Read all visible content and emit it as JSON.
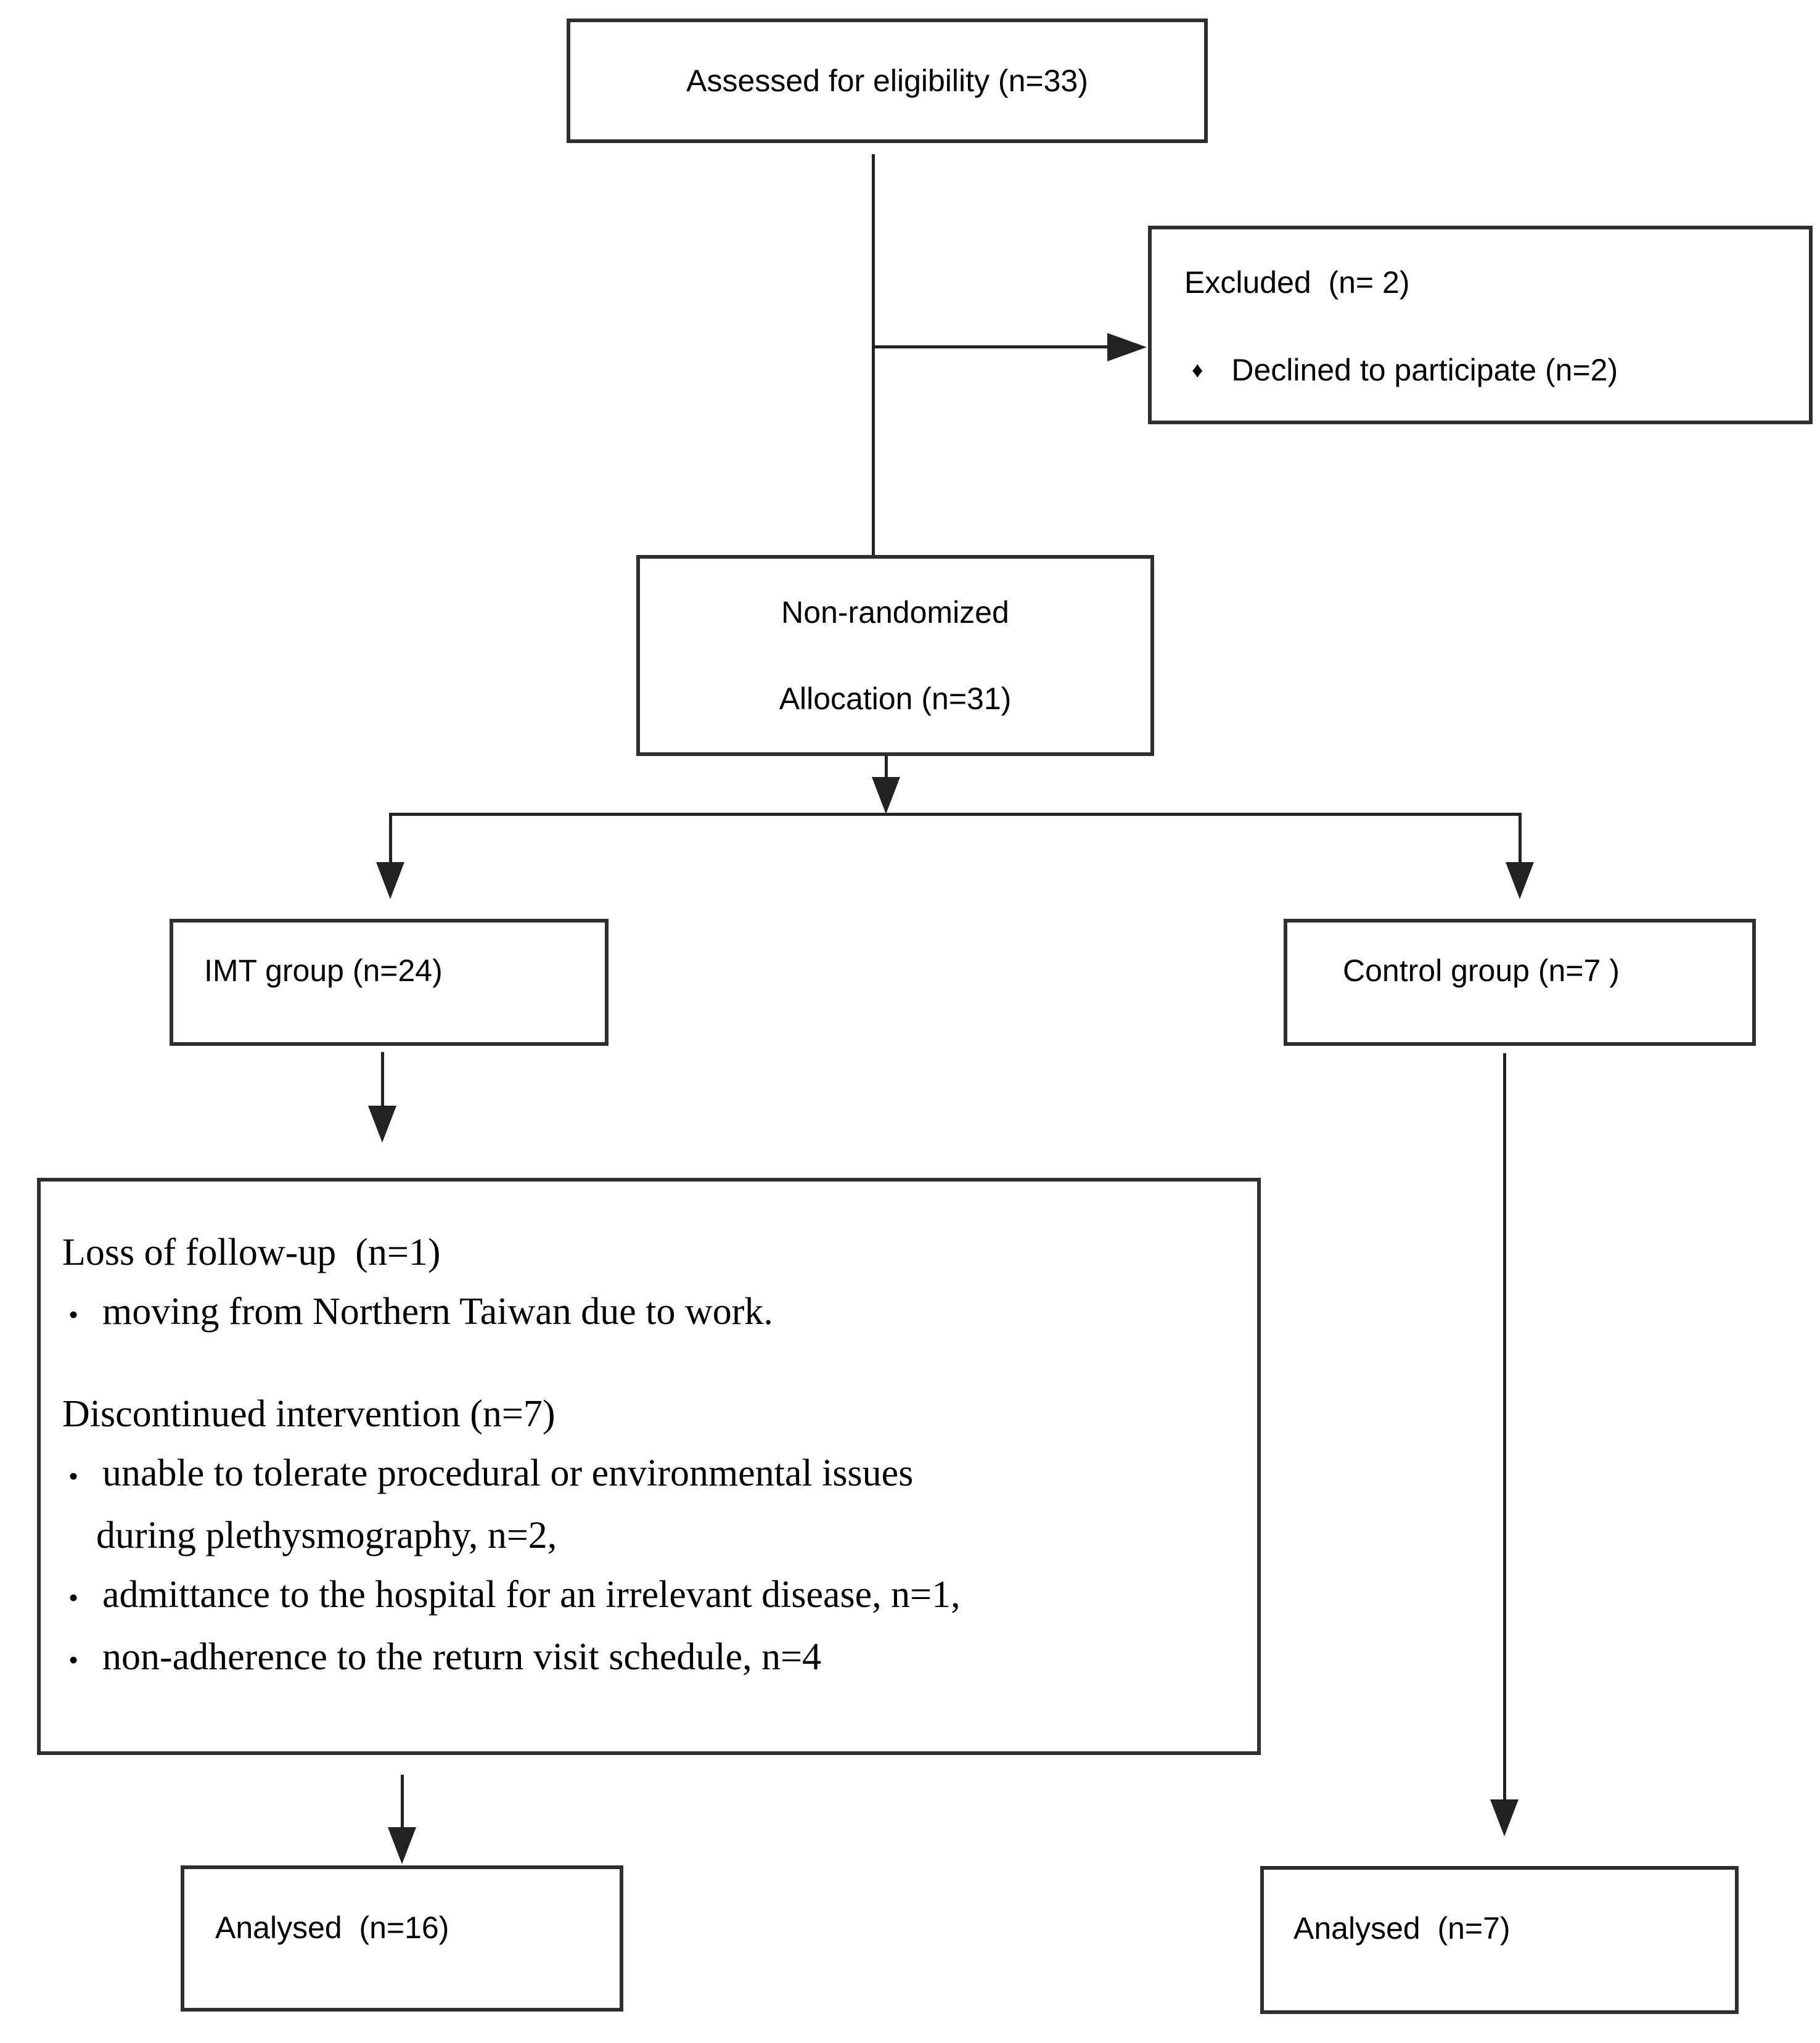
{
  "figure": {
    "background_color": "#ffffff",
    "line_color": "#222222",
    "box_border_color": "#2f2f2f",
    "text_color": "#000000"
  },
  "nodes": {
    "assessed": {
      "label": "Assessed for eligibility (n=33)"
    },
    "excluded": {
      "title": "Excluded  (n= 2)",
      "bullet_icon": "♦",
      "item": "Declined to participate (n=2)"
    },
    "allocation": {
      "line1": "Non-randomized",
      "line2": "Allocation (n=31)"
    },
    "imt_group": {
      "label": "IMT group (n=24)"
    },
    "control_group": {
      "label": "Control group (n=7 )"
    },
    "dropout": {
      "bullet_icon": "•",
      "title1": "Loss of follow-up  (n=1)",
      "item1": "moving from Northern Taiwan due to work.",
      "title2": "Discontinued intervention (n=7)",
      "item2_line1": "unable to tolerate procedural or environmental issues",
      "item2_line2": "during plethysmography, n=2,",
      "item3": "admittance to the hospital for an irrelevant disease, n=1,",
      "item4": "non-adherence to the return visit schedule, n=4"
    },
    "analysed_imt": {
      "label": "Analysed  (n=16)"
    },
    "analysed_control": {
      "label": "Analysed  (n=7)"
    }
  }
}
